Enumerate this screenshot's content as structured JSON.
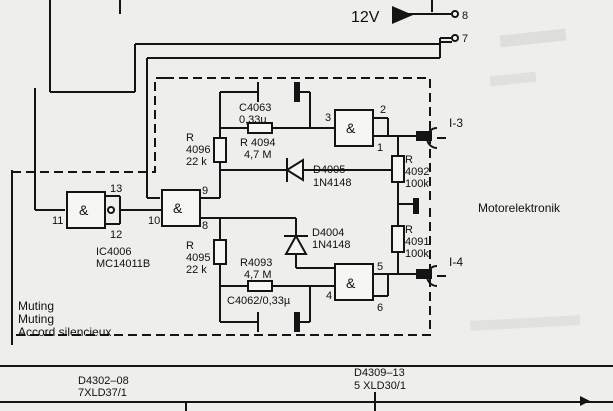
{
  "labels": {
    "supply": "12V",
    "pin8": "8",
    "pin7": "7",
    "c4063": "C4063",
    "c4063_val": "0,33µ",
    "r4096": "R",
    "r4096_num": "4096",
    "r4096_val": "22 k",
    "r4094": "R 4094",
    "r4094_val": "4,7 M",
    "d4005": "D4005",
    "d4005_type": "1N4148",
    "d4004": "D4004",
    "d4004_type": "1N4148",
    "r4095": "R",
    "r4095_num": "4095",
    "r4095_val": "22 k",
    "r4093": "R4093",
    "r4093_val": "4,7 M",
    "c4062": "C4062/0,33µ",
    "r4092": "R",
    "r4092_num": "4092",
    "r4092_val": "100k",
    "r4091": "R",
    "r4091_num": "4091",
    "r4091_val": "100k",
    "out_top": "I-3",
    "out_bottom": "I-4",
    "section": "Motorelektronik",
    "ic": "IC4006",
    "ic_type": "MC14011B",
    "gate_symbol": "&",
    "pin1": "1",
    "pin2": "2",
    "pin3": "3",
    "pin4": "4",
    "pin5": "5",
    "pin6": "6",
    "pin9": "9",
    "pin10": "10",
    "pin11": "11",
    "pin12": "12",
    "pin13": "13",
    "muting1": "Muting",
    "muting2": "Muting",
    "muting3": "Accord silencieux",
    "d4302": "D4302–08",
    "d4302_type": "7XLD37/1",
    "d4309": "D4309–13",
    "d4309_type": "5 XLD30/1"
  },
  "colors": {
    "ink": "#141414",
    "paper": "#eeeeec"
  }
}
